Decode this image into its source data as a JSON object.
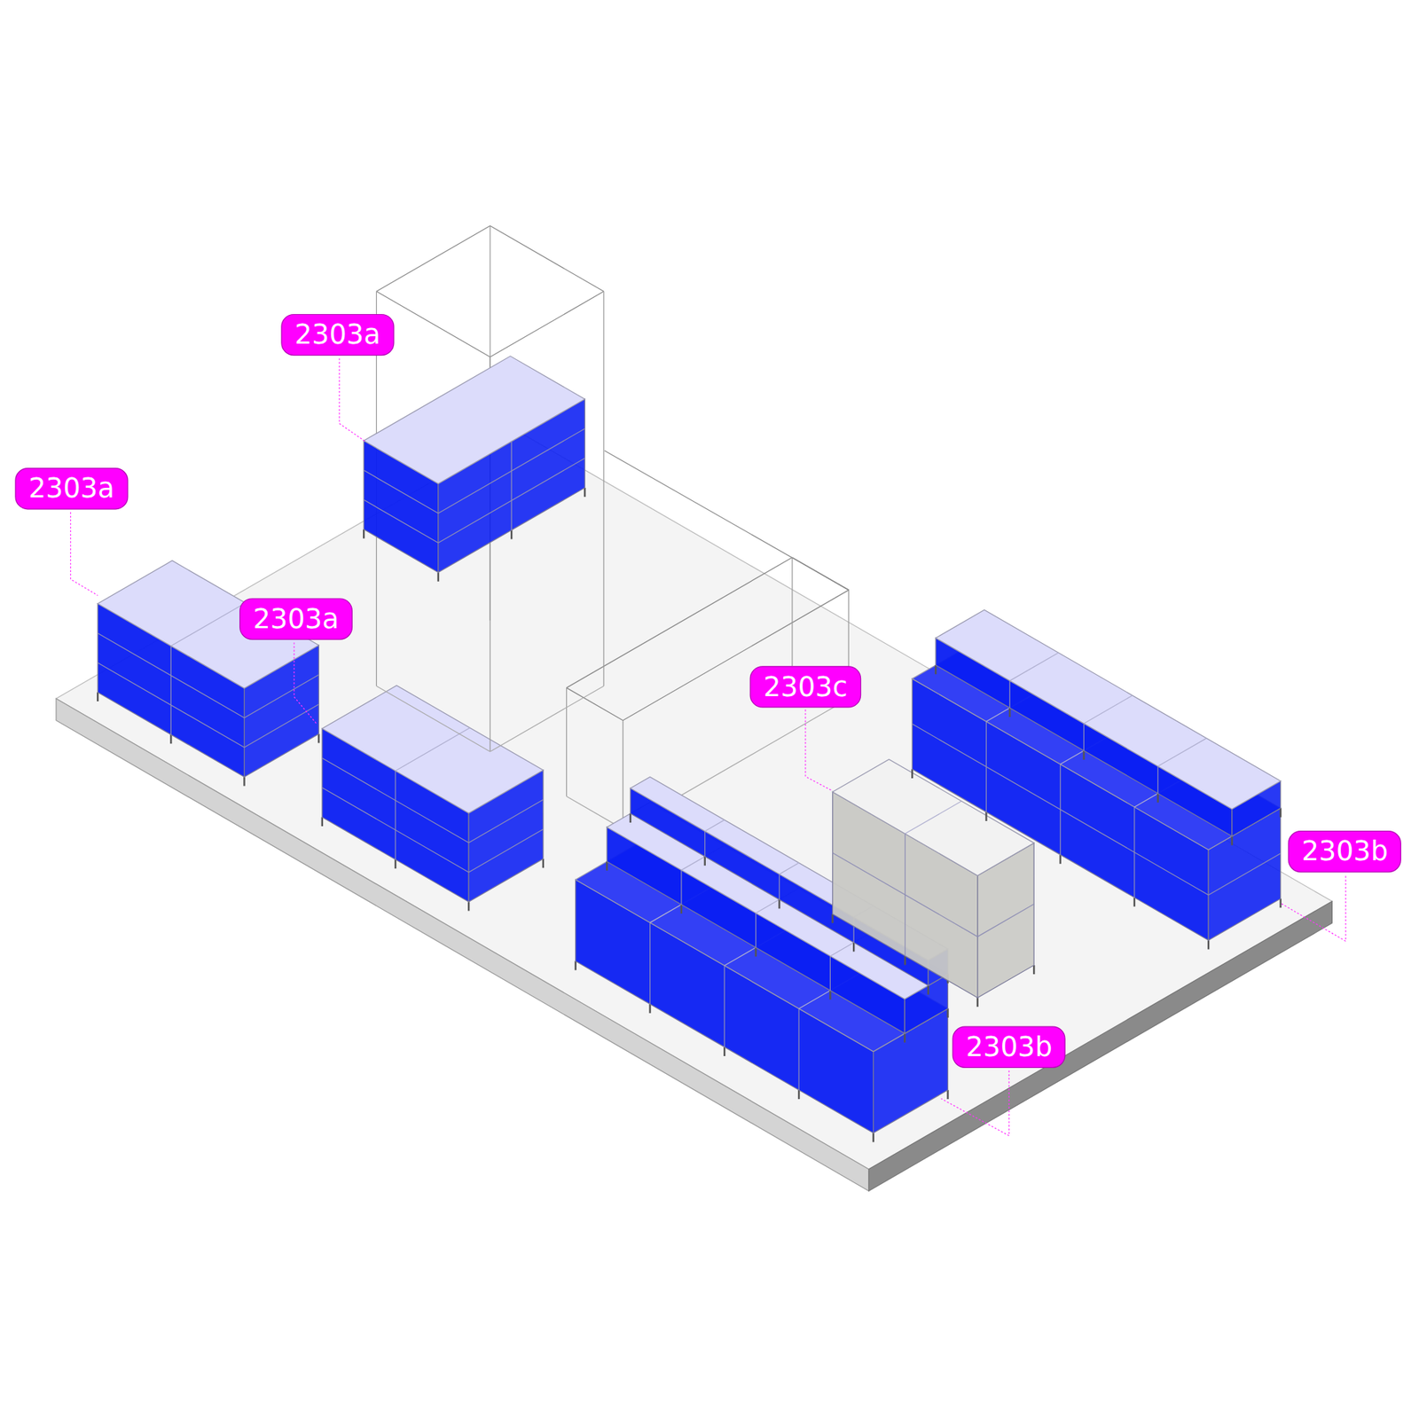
{
  "diagram": {
    "labels": [
      "2303a",
      "2303a",
      "2303a",
      "2303c",
      "2303b",
      "2303b"
    ]
  }
}
